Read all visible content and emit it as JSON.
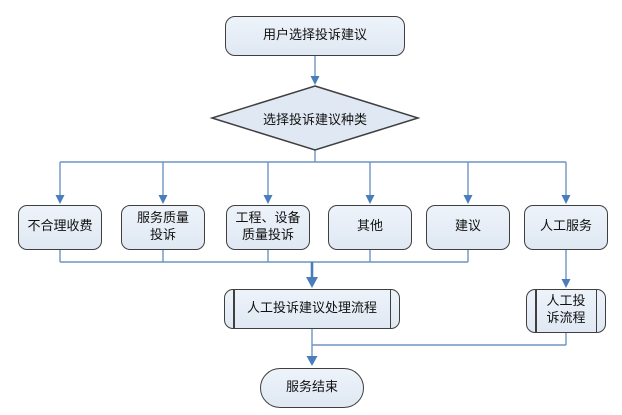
{
  "diagram": {
    "start": "用户选择投诉建议",
    "decision": "选择投诉建议种类",
    "branches": [
      "不合理收费",
      "服务质量\n投诉",
      "工程、设备\n质量投诉",
      "其他",
      "建议",
      "人工服务"
    ],
    "process_main": "人工投诉建议处理流程",
    "process_manual": "人工投\n诉流程",
    "end": "服务结束"
  },
  "colors": {
    "node_fill": "#dfe8f3",
    "node_fill_top": "#eef3fa",
    "node_border": "#3f3f3f",
    "connector": "#6f93c4",
    "arrow": "#4a7ebb",
    "text": "#111111"
  }
}
